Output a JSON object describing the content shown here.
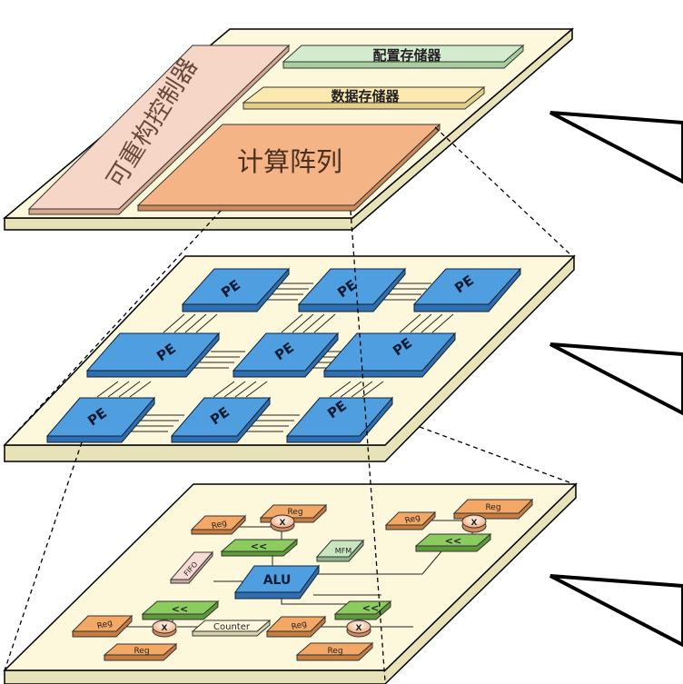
{
  "layer_top": {
    "config_memory": "配置存储器",
    "data_memory": "数据存储器",
    "controller": "可重构控制器",
    "compute_array": "计算阵列"
  },
  "layer_middle": {
    "pe_label": "PE",
    "pe_count": 9
  },
  "layer_bottom": {
    "reg": "Reg",
    "alu": "ALU",
    "mfm": "MFM",
    "fifo": "FIFO",
    "counter": "Counter",
    "shift": "<<",
    "multiply": "X"
  },
  "colors": {
    "board": "#fdf8dc",
    "board_edge": "#e8e2b8",
    "config_memory": "#d3ecce",
    "data_memory": "#fbe9b0",
    "controller": "#f6d6c6",
    "compute_array": "#f4b486",
    "pe": "#4f9fe0",
    "reg": "#f4a866",
    "shift": "#8ccb5e",
    "alu": "#4f9fe0",
    "counter": "#fdf8dc"
  }
}
